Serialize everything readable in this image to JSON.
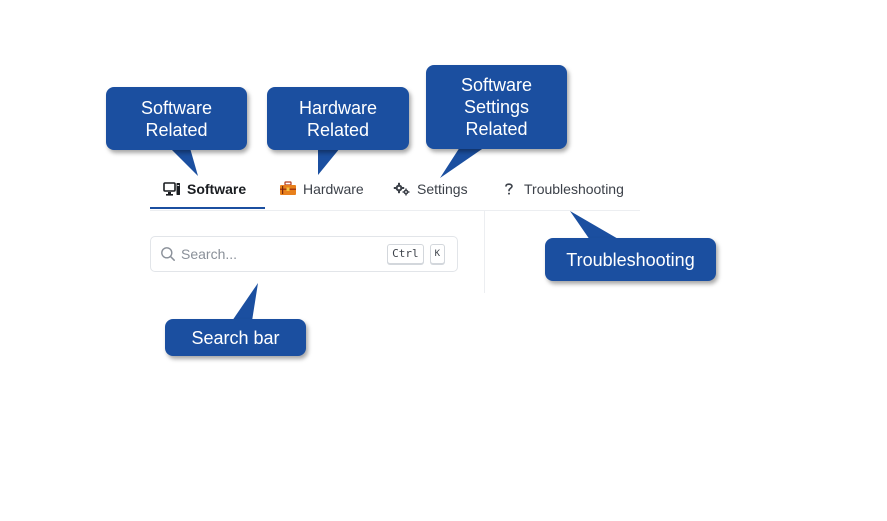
{
  "callouts": {
    "software": "Software\nRelated",
    "hardware": "Hardware\nRelated",
    "settings": "Software\nSettings\nRelated",
    "troubleshooting": "Troubleshooting",
    "search": "Search bar"
  },
  "tabs": [
    {
      "label": "Software",
      "icon": "desktop-computer-icon",
      "active": true
    },
    {
      "label": "Hardware",
      "icon": "toolbox-icon",
      "active": false
    },
    {
      "label": "Settings",
      "icon": "gears-icon",
      "active": false
    },
    {
      "label": "Troubleshooting",
      "icon": "question-mark-icon",
      "active": false
    }
  ],
  "search": {
    "placeholder": "Search...",
    "shortcut_keys": [
      "Ctrl",
      "K"
    ]
  },
  "colors": {
    "callout": "#1b4fa0",
    "active_underline": "#1b4fa0"
  }
}
